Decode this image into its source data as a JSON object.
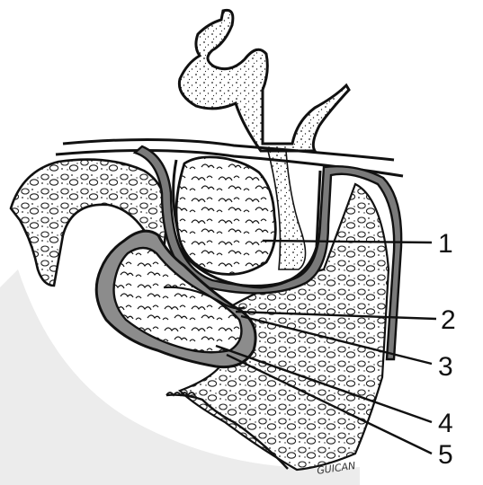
{
  "colors": {
    "ink": "#111111",
    "shadow": "#d6d6d6",
    "dura_band": "#7a7a7a",
    "tumor_capsule": "#8c8c8c",
    "paper": "#ffffff"
  },
  "callouts": [
    {
      "id": "1",
      "label": "1"
    },
    {
      "id": "2",
      "label": "2"
    },
    {
      "id": "3",
      "label": "3"
    },
    {
      "id": "4",
      "label": "4"
    },
    {
      "id": "5",
      "label": "5"
    }
  ],
  "signature": "GUICAN"
}
